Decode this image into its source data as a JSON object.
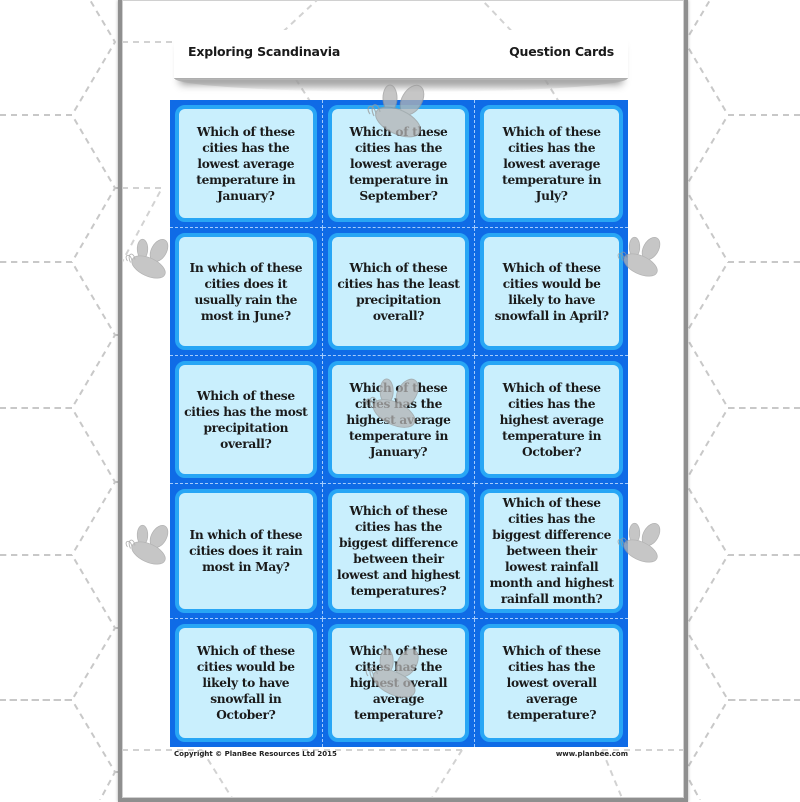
{
  "header": {
    "title": "Exploring Scandinavia",
    "subtitle": "Question Cards"
  },
  "cards": [
    {
      "text": "Which of these cities has the lowest average temperature in January?"
    },
    {
      "text": "Which of these cities has the lowest average temperature in September?"
    },
    {
      "text": "Which of these cities has the lowest average temperature in July?"
    },
    {
      "text": "In which of these cities does it usually rain the most in June?"
    },
    {
      "text": "Which of these cities has the least precipitation overall?"
    },
    {
      "text": "Which of these cities would be likely to have snowfall in April?"
    },
    {
      "text": "Which of these cities has the most precipitation overall?"
    },
    {
      "text": "Which of these cities has the highest average temperature in January?"
    },
    {
      "text": "Which of these cities has the highest average temperature in October?"
    },
    {
      "text": "In which of these cities does it rain most in May?"
    },
    {
      "text": "Which of these cities has the biggest difference between their lowest and highest temperatures?"
    },
    {
      "text": "Which of these cities has the biggest difference between their lowest rainfall month and highest rainfall month?"
    },
    {
      "text": "Which of these cities would be likely to have snowfall in October?"
    },
    {
      "text": "Which of these cities has the highest overall average temperature?"
    },
    {
      "text": "Which of these cities has the lowest overall average temperature?"
    }
  ],
  "footer": {
    "copyright": "Copyright © PlanBee Resources Ltd 2015",
    "url": "www.planbee.com"
  },
  "colors": {
    "grid_blue": "#0f6be6",
    "card_border": "#28a6f5",
    "card_fill": "#c9effd",
    "sheet_border": "#8f8f8f",
    "pattern_line": "#c8c8c8",
    "bee_gray": "#b4b4b4"
  },
  "icons": {
    "watermark": "bee-icon",
    "background": "hexagon-pattern"
  }
}
